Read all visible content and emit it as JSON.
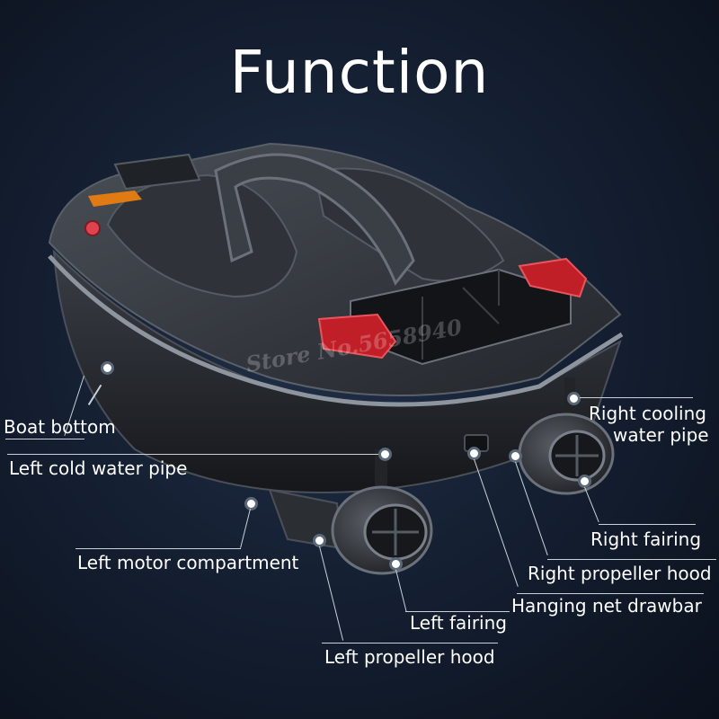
{
  "title": "Function",
  "watermark": "Store No.5658940",
  "labels": {
    "boat_bottom": "Boat bottom",
    "left_cold_water_pipe": "Left cold water pipe",
    "left_motor_compartment": "Left motor compartment",
    "left_fairing": "Left fairing",
    "left_propeller_hood": "Left propeller hood",
    "right_cooling_water_pipe_line1": "Right cooling",
    "right_cooling_water_pipe_line2": "water pipe",
    "right_fairing": "Right fairing",
    "right_propeller_hood": "Right propeller hood",
    "hanging_net_drawbar": "Hanging net drawbar"
  },
  "colors": {
    "background": "#152033",
    "hull": "#2b2e33",
    "tail_light": "#d4222a",
    "indicator_light": "#e07a12",
    "leader_line": "#c9d0d8"
  }
}
